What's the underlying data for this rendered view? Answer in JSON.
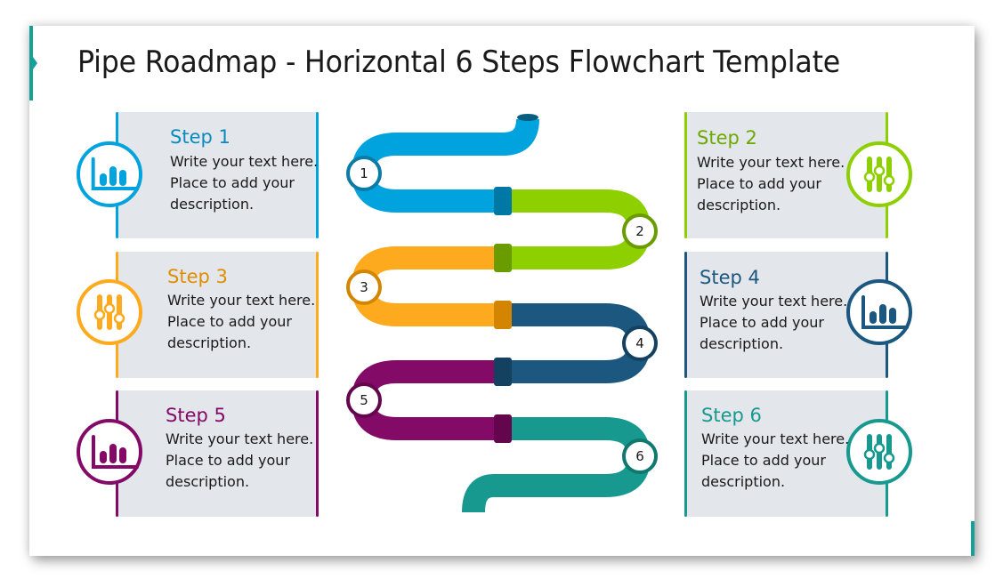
{
  "title": "Pipe Roadmap - Horizontal 6 Steps Flowchart Template",
  "colors": {
    "accent": "#17a098",
    "card_bg": "#e3e6ea",
    "step1": "#00a3de",
    "step2": "#8ecf00",
    "step3": "#fdaa1e",
    "step4": "#1b577f",
    "step5": "#830a67",
    "step6": "#17998f"
  },
  "steps": [
    {
      "number": "1",
      "heading": "Step 1",
      "description": "Write your text here. Place to add your description.",
      "icon": "bar-chart-icon",
      "color": "#00a3de"
    },
    {
      "number": "2",
      "heading": "Step 2",
      "description": "Write your text here. Place to add your description.",
      "icon": "sliders-icon",
      "color": "#8ecf00"
    },
    {
      "number": "3",
      "heading": "Step 3",
      "description": "Write your text here. Place to add your description.",
      "icon": "sliders-icon",
      "color": "#fdaa1e"
    },
    {
      "number": "4",
      "heading": "Step 4",
      "description": "Write your text here. Place to add your description.",
      "icon": "bar-chart-icon",
      "color": "#1b577f"
    },
    {
      "number": "5",
      "heading": "Step 5",
      "description": "Write your text here. Place to add your description.",
      "icon": "bar-chart-icon",
      "color": "#830a67"
    },
    {
      "number": "6",
      "heading": "Step 6",
      "description": "Write your text here. Place to add your description.",
      "icon": "sliders-icon",
      "color": "#17998f"
    }
  ]
}
